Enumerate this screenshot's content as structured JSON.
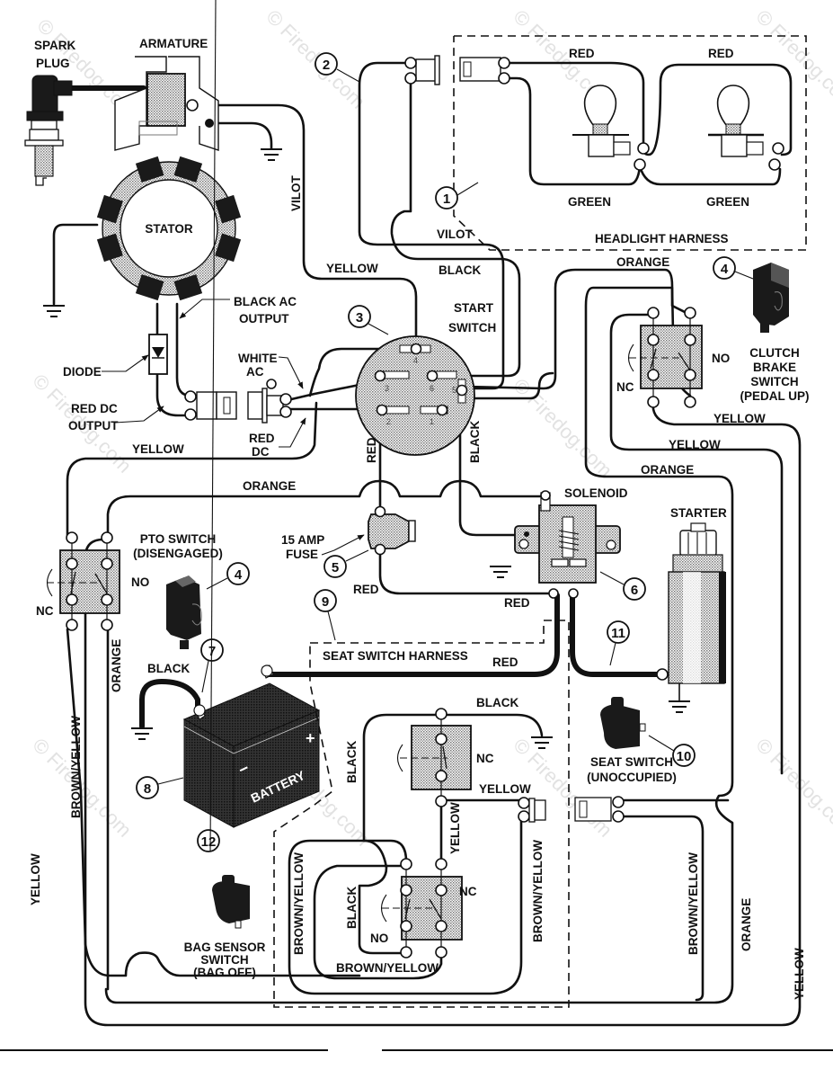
{
  "title": "Wiring Schematic",
  "watermark": "© Firedog.com",
  "components": {
    "spark_plug": "SPARK\nPLUG",
    "armature": "ARMATURE",
    "stator": "STATOR",
    "black_ac_output": "BLACK AC\nOUTPUT",
    "diode": "DIODE",
    "red_dc_output": "RED DC\nOUTPUT",
    "white_ac": "WHITE\nAC",
    "red_dc": "RED\nDC",
    "start_switch": "START\nSWITCH",
    "headlight_harness": "HEADLIGHT HARNESS",
    "clutch_brake_switch": "CLUTCH\nBRAKE\nSWITCH\n(PEDAL UP)",
    "solenoid": "SOLENOID",
    "starter": "STARTER",
    "fuse": "15 AMP\nFUSE",
    "pto_switch": "PTO SWITCH\n(DISENGAGED)",
    "seat_switch_harness": "SEAT SWITCH HARNESS",
    "battery": "BATTERY",
    "seat_switch": "SEAT SWITCH\n(UNOCCUPIED)",
    "bag_sensor_switch": "BAG SENSOR\nSWITCH\n(BAG OFF)"
  },
  "start_switch_pins": [
    "1",
    "2",
    "3",
    "4",
    "5",
    "6"
  ],
  "switch_states": {
    "no": "NO",
    "nc": "NC"
  },
  "battery_polarity": {
    "pos": "+",
    "neg": "−"
  },
  "wire_labels": {
    "vilot_1": "VILOT",
    "vilot_2": "VILOT",
    "yellow_top": "YELLOW",
    "black_top": "BLACK",
    "red_light_1": "RED",
    "red_light_2": "RED",
    "green_light_1": "GREEN",
    "green_light_2": "GREEN",
    "orange_clutch_top": "ORANGE",
    "yellow_clutch_1": "YELLOW",
    "yellow_clutch_2": "YELLOW",
    "orange_clutch_2": "ORANGE",
    "yellow_regulator": "YELLOW",
    "orange_mid": "ORANGE",
    "red_switch": "RED",
    "black_switch": "BLACK",
    "red_fuse": "RED",
    "red_solenoid": "RED",
    "red_battery": "RED",
    "black_battery": "BLACK",
    "orange_pto": "ORANGE",
    "brown_yellow_left": "BROWN/YELLOW",
    "yellow_left": "YELLOW",
    "black_seat_top": "BLACK",
    "black_seat_left": "BLACK",
    "yellow_seat": "YELLOW",
    "yellow_seat_vert": "YELLOW",
    "black_bag": "BLACK",
    "brown_yellow_bag_left": "BROWN/YELLOW",
    "brown_yellow_bag_bottom": "BROWN/YELLOW",
    "brown_yellow_seat_right": "BROWN/YELLOW",
    "brown_yellow_right": "BROWN/YELLOW",
    "orange_right": "ORANGE",
    "yellow_right": "YELLOW"
  },
  "callouts": [
    "1",
    "2",
    "3",
    "4",
    "4",
    "5",
    "6",
    "7",
    "8",
    "9",
    "10",
    "11",
    "12"
  ]
}
